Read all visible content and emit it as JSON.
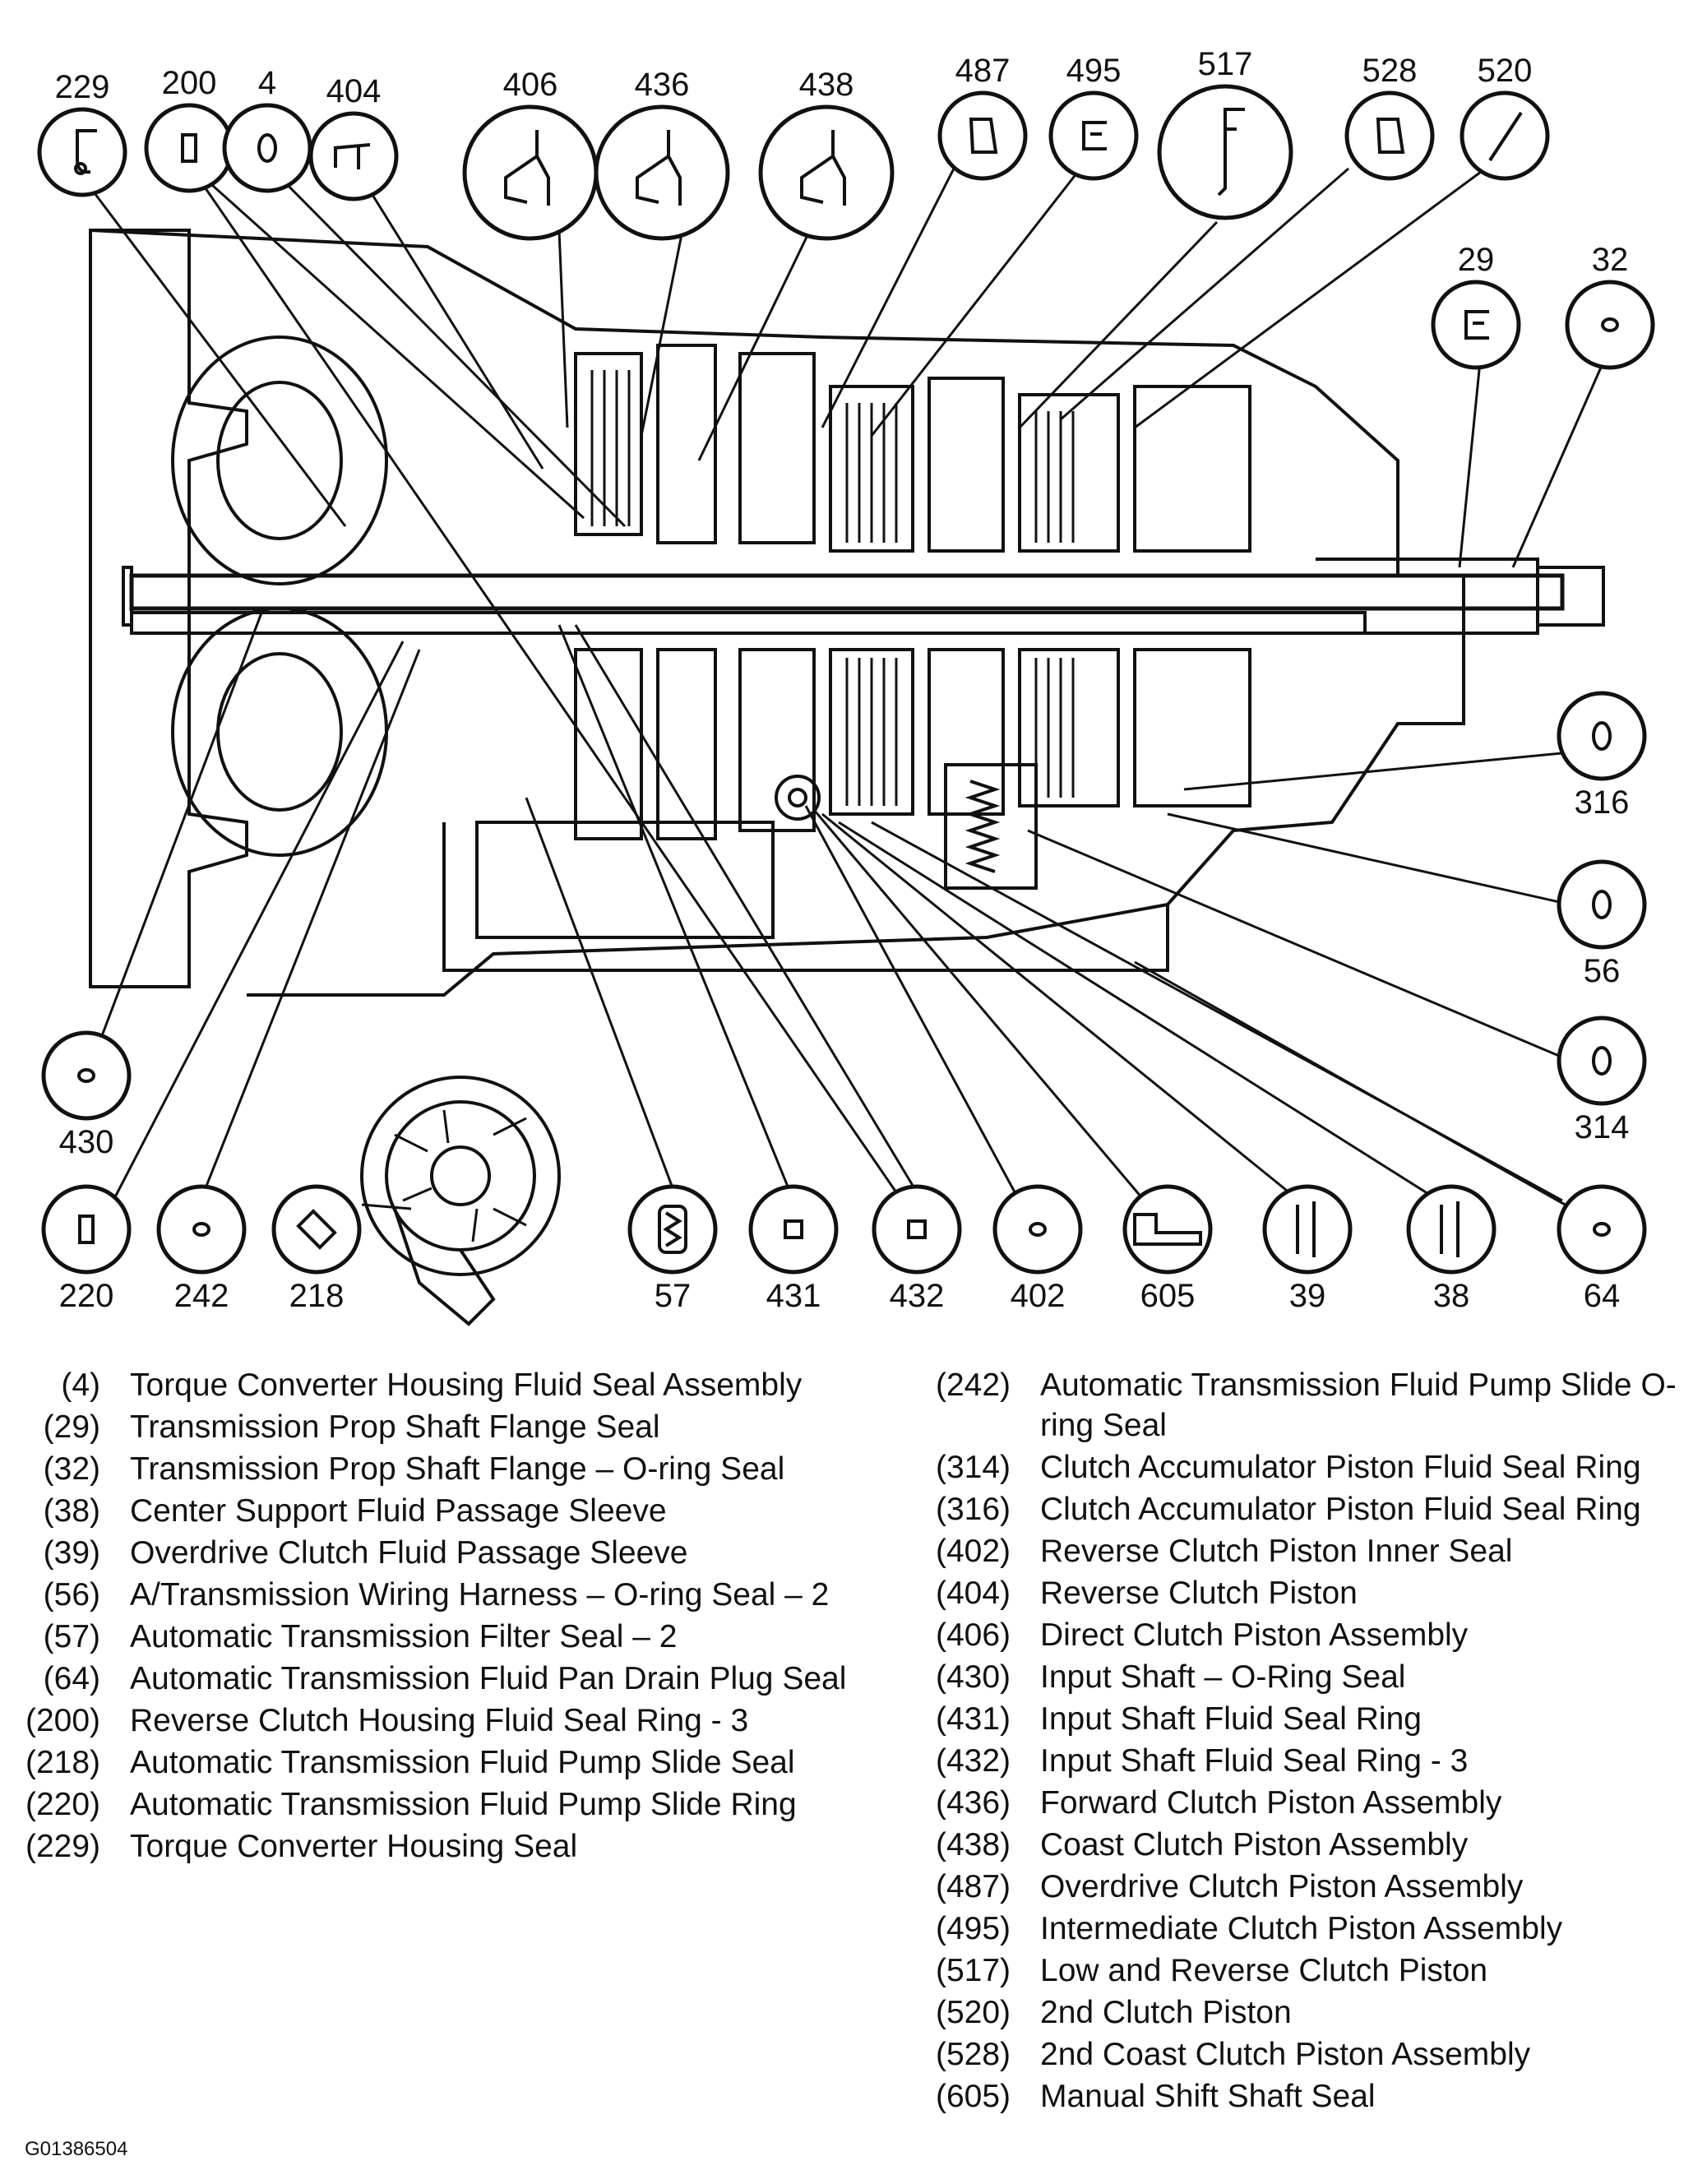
{
  "callouts": [
    {
      "num": "229",
      "shape": "hook"
    },
    {
      "num": "200",
      "shape": "rect"
    },
    {
      "num": "4",
      "shape": "oval"
    },
    {
      "num": "404",
      "shape": "piston-small"
    },
    {
      "num": "406",
      "shape": "piston-large"
    },
    {
      "num": "436",
      "shape": "piston-large"
    },
    {
      "num": "438",
      "shape": "piston-large"
    },
    {
      "num": "487",
      "shape": "ring"
    },
    {
      "num": "495",
      "shape": "bracket"
    },
    {
      "num": "517",
      "shape": "piston-tall"
    },
    {
      "num": "528",
      "shape": "ring"
    },
    {
      "num": "520",
      "shape": "slash"
    },
    {
      "num": "29",
      "shape": "bracket"
    },
    {
      "num": "32",
      "shape": "dot"
    },
    {
      "num": "316",
      "shape": "oval"
    },
    {
      "num": "56",
      "shape": "oval"
    },
    {
      "num": "314",
      "shape": "oval"
    },
    {
      "num": "430",
      "shape": "dot"
    },
    {
      "num": "220",
      "shape": "rect"
    },
    {
      "num": "242",
      "shape": "dot"
    },
    {
      "num": "218",
      "shape": "diamond"
    },
    {
      "num": "57",
      "shape": "filter"
    },
    {
      "num": "431",
      "shape": "square"
    },
    {
      "num": "432",
      "shape": "square"
    },
    {
      "num": "402",
      "shape": "dot"
    },
    {
      "num": "605",
      "shape": "shaft"
    },
    {
      "num": "39",
      "shape": "pins"
    },
    {
      "num": "38",
      "shape": "pins"
    },
    {
      "num": "64",
      "shape": "dot"
    }
  ],
  "legend_left": [
    {
      "num": "(4)",
      "text": "Torque Converter Housing Fluid Seal Assembly"
    },
    {
      "num": "(29)",
      "text": "Transmission Prop Shaft Flange Seal"
    },
    {
      "num": "(32)",
      "text": "Transmission Prop Shaft Flange – O-ring Seal"
    },
    {
      "num": "(38)",
      "text": "Center Support Fluid Passage Sleeve"
    },
    {
      "num": "(39)",
      "text": "Overdrive Clutch Fluid Passage Sleeve"
    },
    {
      "num": "(56)",
      "text": "A/Transmission Wiring Harness – O-ring Seal – 2"
    },
    {
      "num": "(57)",
      "text": "Automatic Transmission Filter Seal – 2"
    },
    {
      "num": "(64)",
      "text": "Automatic Transmission Fluid Pan Drain Plug Seal"
    },
    {
      "num": "(200)",
      "text": "Reverse Clutch Housing Fluid Seal Ring - 3"
    },
    {
      "num": "(218)",
      "text": "Automatic Transmission Fluid Pump Slide Seal"
    },
    {
      "num": "(220)",
      "text": "Automatic Transmission Fluid Pump Slide Ring"
    },
    {
      "num": "(229)",
      "text": "Torque Converter Housing Seal"
    }
  ],
  "legend_right": [
    {
      "num": "(242)",
      "text": "Automatic Transmission Fluid Pump Slide O-ring Seal"
    },
    {
      "num": "(314)",
      "text": "Clutch Accumulator Piston Fluid Seal Ring"
    },
    {
      "num": "(316)",
      "text": "Clutch Accumulator Piston Fluid Seal Ring"
    },
    {
      "num": "(402)",
      "text": "Reverse Clutch Piston Inner Seal"
    },
    {
      "num": "(404)",
      "text": "Reverse Clutch Piston"
    },
    {
      "num": "(406)",
      "text": "Direct Clutch Piston Assembly"
    },
    {
      "num": "(430)",
      "text": "Input Shaft – O-Ring Seal"
    },
    {
      "num": "(431)",
      "text": "Input Shaft Fluid Seal Ring"
    },
    {
      "num": "(432)",
      "text": "Input Shaft Fluid Seal Ring - 3"
    },
    {
      "num": "(436)",
      "text": "Forward Clutch Piston Assembly"
    },
    {
      "num": "(438)",
      "text": "Coast Clutch Piston Assembly"
    },
    {
      "num": "(487)",
      "text": "Overdrive Clutch Piston Assembly"
    },
    {
      "num": "(495)",
      "text": "Intermediate Clutch Piston Assembly"
    },
    {
      "num": "(517)",
      "text": "Low and Reverse Clutch Piston"
    },
    {
      "num": "(520)",
      "text": "2nd Clutch Piston"
    },
    {
      "num": "(528)",
      "text": "2nd Coast Clutch Piston Assembly"
    },
    {
      "num": "(605)",
      "text": "Manual Shift Shaft Seal"
    }
  ],
  "figure_id": "G01386504"
}
